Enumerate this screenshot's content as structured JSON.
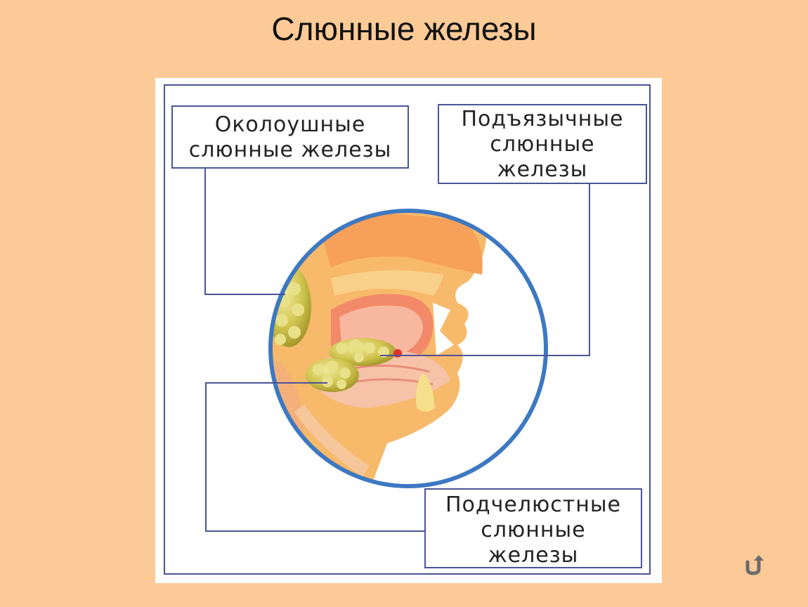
{
  "slide": {
    "title": "Слюнные железы"
  },
  "labels": {
    "parotid": [
      "Околоушные",
      "слюнные железы"
    ],
    "sublingual": [
      "Подъязычные",
      "слюнные",
      "железы"
    ],
    "submandibular": [
      "Подчелюстные",
      "слюнные",
      "железы"
    ]
  },
  "colors": {
    "background": "#fcca97",
    "frame": "#4a5597",
    "circle_border": "#3d78c2",
    "gland": "#c9c24a",
    "skin": "#f7b96a"
  },
  "icons": {
    "nav": "return-arrow-icon"
  }
}
